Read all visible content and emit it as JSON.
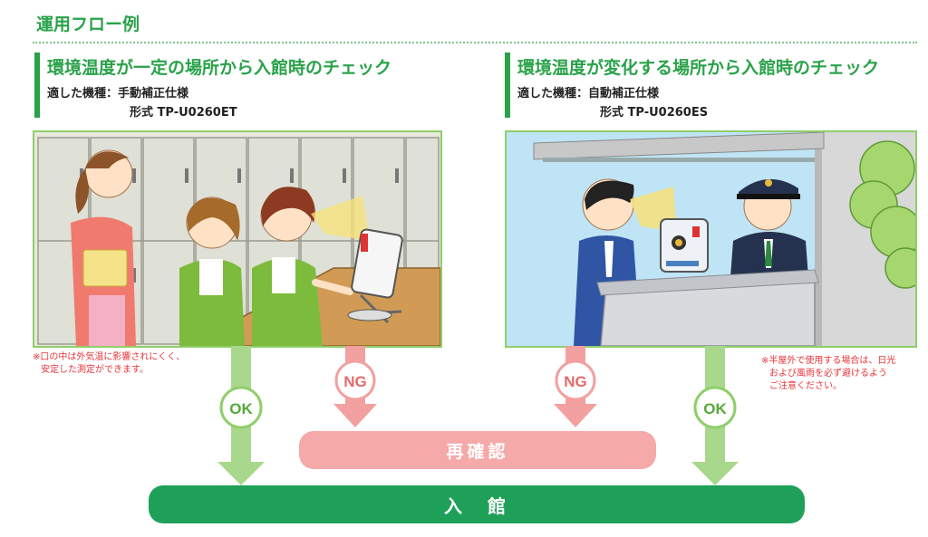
{
  "header": {
    "title": "運用フロー例"
  },
  "left": {
    "title": "環境温度が一定の場所から入館時のチェック",
    "spec_line1": "適した機種：手動補正仕様",
    "spec_line2": "形式  TP-U0260ET",
    "note_line1": "※口の中は外気温に影響されにくく、",
    "note_line2": "安定した測定ができます。"
  },
  "right": {
    "title": "環境温度が変化する場所から入館時のチェック",
    "spec_line1": "適した機種：自動補正仕様",
    "spec_line2": "形式  TP-U0260ES",
    "note_line1": "※半屋外で使用する場合は、日光",
    "note_line2": "および風雨を必ず避けるよう",
    "note_line3": "ご注意ください。"
  },
  "flow": {
    "ok_label": "OK",
    "ng_label": "NG",
    "recheck_label": "再確認",
    "entry_label": "入　館"
  },
  "colors": {
    "accent": "#2aa24a",
    "ok_arrow": "#a8d88c",
    "ng_arrow": "#f2a0a0",
    "recheck_bar": "#f5a9a9",
    "entry_bar": "#1fa058",
    "note_red": "#e8343a"
  }
}
